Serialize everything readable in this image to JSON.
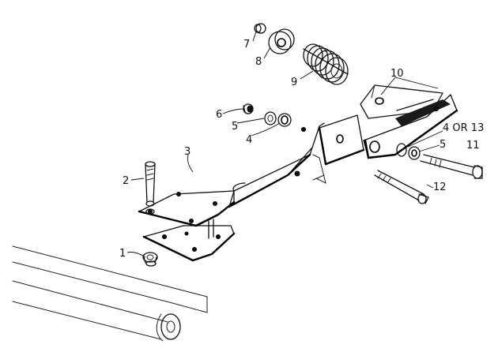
{
  "callouts": [
    {
      "id": "1",
      "text": "1"
    },
    {
      "id": "2",
      "text": "2"
    },
    {
      "id": "3",
      "text": "3"
    },
    {
      "id": "4a",
      "text": "4"
    },
    {
      "id": "4b",
      "text": "4 OR 13"
    },
    {
      "id": "5a",
      "text": "5"
    },
    {
      "id": "5b",
      "text": "5"
    },
    {
      "id": "6",
      "text": "6"
    },
    {
      "id": "7",
      "text": "7"
    },
    {
      "id": "8",
      "text": "8"
    },
    {
      "id": "9",
      "text": "9"
    },
    {
      "id": "10",
      "text": "10"
    },
    {
      "id": "11",
      "text": "11"
    },
    {
      "id": "12",
      "text": "12"
    }
  ]
}
